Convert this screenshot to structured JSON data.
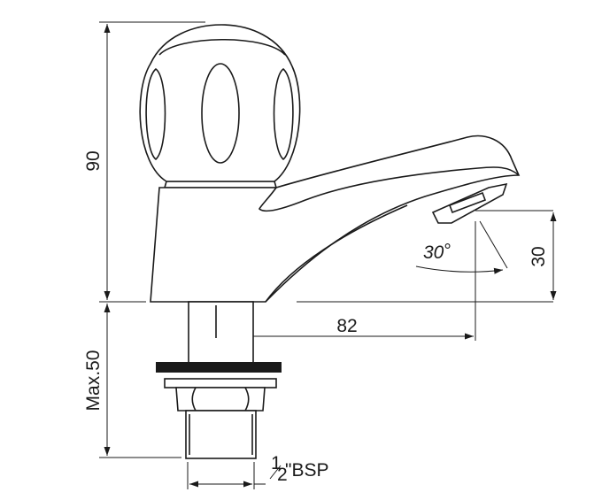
{
  "dimensions": {
    "height": "90",
    "reach": "82",
    "outlet_height": "30",
    "angle": "30",
    "angle_unit": "°",
    "shank_length": "Max.50",
    "thread_fraction_num": "1",
    "thread_fraction_den": "2",
    "thread_label": "\"BSP"
  }
}
